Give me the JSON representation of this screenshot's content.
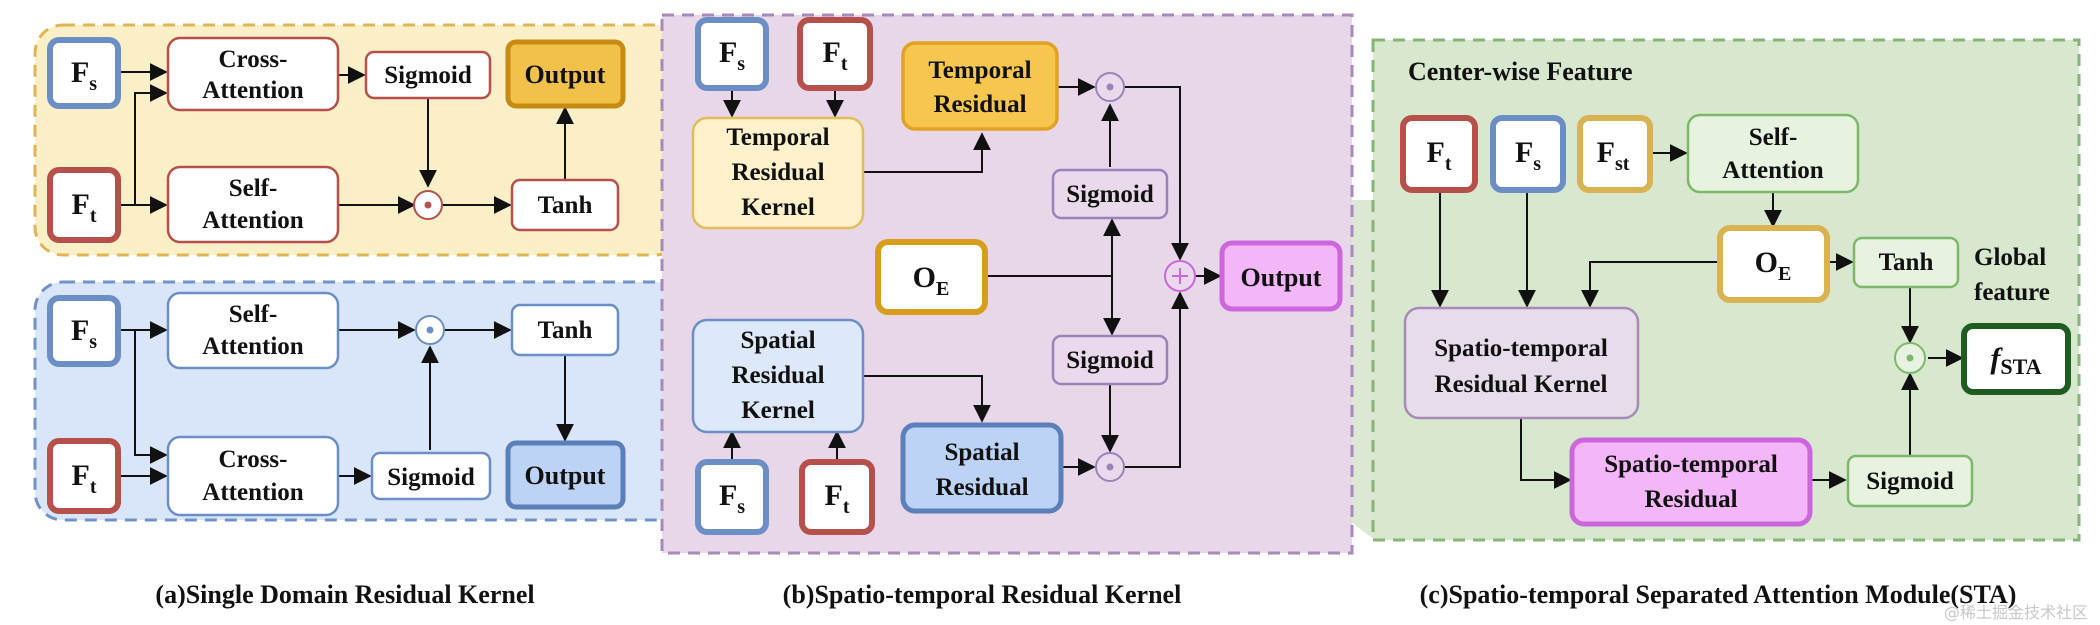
{
  "panel_a": {
    "caption": "(a)Single Domain Residual Kernel",
    "top": {
      "fs": {
        "main": "F",
        "sub": "s"
      },
      "ft": {
        "main": "F",
        "sub": "t"
      },
      "cross_attention": [
        "Cross-",
        "Attention"
      ],
      "self_attention": [
        "Self-",
        "Attention"
      ],
      "sigmoid": "Sigmoid",
      "tanh": "Tanh",
      "output": "Output"
    },
    "bottom": {
      "fs": {
        "main": "F",
        "sub": "s"
      },
      "ft": {
        "main": "F",
        "sub": "t"
      },
      "self_attention": [
        "Self-",
        "Attention"
      ],
      "cross_attention": [
        "Cross-",
        "Attention"
      ],
      "sigmoid": "Sigmoid",
      "tanh": "Tanh",
      "output": "Output"
    }
  },
  "panel_b": {
    "caption": "(b)Spatio-temporal Residual Kernel",
    "fs_top": {
      "main": "F",
      "sub": "s"
    },
    "ft_top": {
      "main": "F",
      "sub": "t"
    },
    "temporal_kernel": [
      "Temporal",
      "Residual",
      "Kernel"
    ],
    "temporal_residual": [
      "Temporal",
      "Residual"
    ],
    "sigmoid_top": "Sigmoid",
    "oe": {
      "main": "O",
      "sub": "E"
    },
    "output": "Output",
    "sigmoid_bottom": "Sigmoid",
    "spatial_kernel": [
      "Spatial",
      "Residual",
      "Kernel"
    ],
    "spatial_residual": [
      "Spatial",
      "Residual"
    ],
    "fs_bottom": {
      "main": "F",
      "sub": "s"
    },
    "ft_bottom": {
      "main": "F",
      "sub": "t"
    }
  },
  "panel_c": {
    "caption": "(c)Spatio-temporal Separated Attention Module(STA)",
    "title": "Center-wise Feature",
    "ft": {
      "main": "F",
      "sub": "t"
    },
    "fs": {
      "main": "F",
      "sub": "s"
    },
    "fst": {
      "main": "F",
      "sub": "st"
    },
    "self_attention": [
      "Self-",
      "Attention"
    ],
    "oe": {
      "main": "O",
      "sub": "E"
    },
    "tanh": "Tanh",
    "global_feature": [
      "Global",
      "feature"
    ],
    "st_kernel": [
      "Spatio-temporal",
      "Residual Kernel"
    ],
    "st_residual": [
      "Spatio-temporal",
      "Residual"
    ],
    "sigmoid": "Sigmoid",
    "fsta": {
      "main": "f",
      "sub": "STA"
    }
  },
  "watermark": "@稀土掘金技术社区",
  "colors": {
    "blue": "#6b8fc4",
    "red": "#b5504a",
    "yellow": "#e0a83a",
    "purple_box": "#9c82b8",
    "green": "#7db86a",
    "magenta": "#cc66dd",
    "dark_green": "#1f5c1f"
  }
}
